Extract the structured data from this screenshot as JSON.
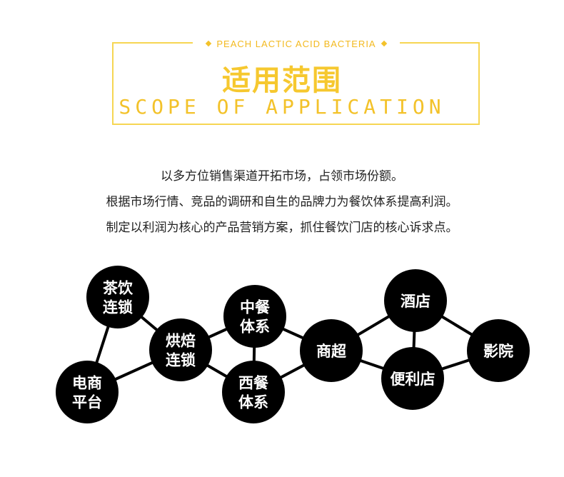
{
  "header": {
    "subtitle": "PEACH LACTIC ACID BACTERIA",
    "title_cn": "适用范围",
    "title_en": "SCOPE OF APPLICATION"
  },
  "description": [
    "以多方位销售渠道开拓市场，占领市场份额。",
    "根据市场行情、竞品的调研和自生的品牌力为餐饮体系提高利润。",
    "制定以利润为核心的产品营销方案，抓住餐饮门店的核心诉求点。"
  ],
  "network": {
    "nodes": [
      {
        "id": "tea",
        "lines": [
          "茶饮",
          "连锁"
        ]
      },
      {
        "id": "ecommerce",
        "lines": [
          "电商",
          "平台"
        ]
      },
      {
        "id": "bakery",
        "lines": [
          "烘焙",
          "连锁"
        ]
      },
      {
        "id": "chinese",
        "lines": [
          "中餐",
          "体系"
        ]
      },
      {
        "id": "western",
        "lines": [
          "西餐",
          "体系"
        ]
      },
      {
        "id": "supermarket",
        "lines": [
          "商超"
        ]
      },
      {
        "id": "hotel",
        "lines": [
          "酒店"
        ]
      },
      {
        "id": "convenience",
        "lines": [
          "便利店"
        ]
      },
      {
        "id": "cinema",
        "lines": [
          "影院"
        ]
      }
    ],
    "colors": {
      "node": "#000000",
      "text": "#ffffff",
      "line": "#000000"
    }
  }
}
